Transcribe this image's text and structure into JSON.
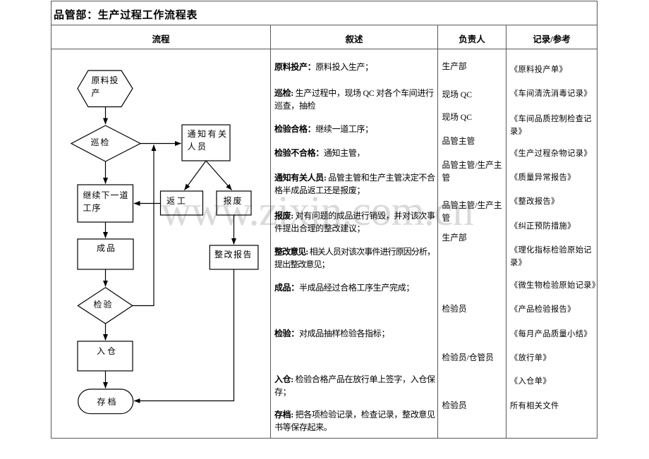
{
  "table": {
    "title": "品管部：生产过程工作流程表",
    "columns": [
      "流程",
      "叙述",
      "负责人",
      "记录/参考"
    ]
  },
  "watermark": {
    "text": "www.zixin.com.cn",
    "color": "#dadada"
  },
  "flowchart": {
    "nodes": [
      {
        "id": "start",
        "shape": "hexagon",
        "label": "原料投\n产"
      },
      {
        "id": "patrol",
        "shape": "diamond",
        "label": "巡检"
      },
      {
        "id": "notify",
        "shape": "rect",
        "label": "通知有关\n人员"
      },
      {
        "id": "continue",
        "shape": "rect",
        "label": "继续下一道\n工序"
      },
      {
        "id": "rework",
        "shape": "rect",
        "label": "返工"
      },
      {
        "id": "scrap",
        "shape": "rect",
        "label": "报废"
      },
      {
        "id": "product",
        "shape": "rect",
        "label": "成品"
      },
      {
        "id": "inspect",
        "shape": "diamond",
        "label": "检验"
      },
      {
        "id": "report",
        "shape": "rect",
        "label": "整改报告"
      },
      {
        "id": "warehouse",
        "shape": "rect",
        "label": "入仓"
      },
      {
        "id": "archive",
        "shape": "stadium",
        "label": "存档"
      }
    ]
  },
  "descriptions": [
    {
      "label": "原料投产：",
      "text": "原料投入生产；"
    },
    {
      "label": "巡检:",
      "text": " 生产过程中，现场 QC 对各个车间进行\n巡查，抽检"
    },
    {
      "label": "检验合格：",
      "text": "继续一道工序；"
    },
    {
      "label": "检验不合格：",
      "text": "通知主管，"
    },
    {
      "label": "通知有关人员:",
      "text": " 品管主管和生产主管决定不合\n格半成品返工还是报废；"
    },
    {
      "label": "报废:",
      "text": " 对有问题的成品进行销毁，并对该次事\n件提出合理的整改建议；"
    },
    {
      "label": "整改意见:",
      "text": " 相关人员对该次事件进行原因分析，\n提出整改意见；"
    },
    {
      "label": "成品：",
      "text": "半成品经过合格工序生产完成；"
    },
    {
      "label": "检验：",
      "text": "对成品抽样检验各指标；"
    },
    {
      "label": "入仓:",
      "text": " 检验合格产品在放行单上签字，入仓保\n存；"
    },
    {
      "label": "存档:",
      "text": " 把各项检验记录，检查记录，整改意见\n书等保存起来。"
    }
  ],
  "responsible": [
    "生产部",
    "现场 QC",
    "现场 QC",
    "品管主管",
    "品管主管/生产主\n管",
    "品管主管/生产主\n管",
    "生产部",
    "检验员",
    "检验员/仓管员",
    "检验员"
  ],
  "records": [
    "《原料投产单》",
    "《车间清洗消毒记录》",
    "《车间品质控制检查记\n录》",
    "《生产过程杂物记录》",
    "《质量异常报告》",
    "《整改报告》",
    "《纠正预防措施》",
    "《理化指标检验原始记\n录》",
    "《微生物检验原始记录》",
    "《产品检验报告》",
    "《每月产品质量小结》",
    "《放行单》",
    "《入仓单》",
    "所有相关文件"
  ]
}
